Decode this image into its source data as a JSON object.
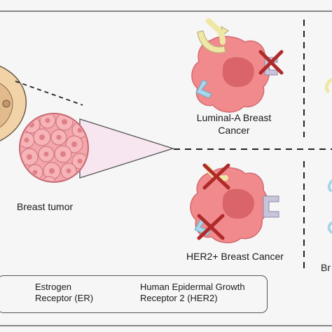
{
  "labels": {
    "breast_tumor": "Breast tumor",
    "luminal_a_line1": "Luminal-A Breast",
    "luminal_a_line2": "Cancer",
    "her2_cancer": "HER2+ Breast Cancer",
    "cut_off_label": "Br"
  },
  "legend": {
    "items": [
      {
        "icon": "estrogen-receptor-icon",
        "line1": "Estrogen",
        "line2": "Receptor (ER)"
      },
      {
        "icon": "her2-receptor-icon",
        "line1": "Human Epidermal Growth",
        "line2": "Receptor 2 (HER2)"
      }
    ]
  },
  "colors": {
    "cell": "#f08a8c",
    "nucleus": "#d9646a",
    "estrogen_receptor": "#a7d6ea",
    "her2_receptor": "#c9c4da",
    "yellow_receptor": "#efe7a6",
    "cross": "#b02a2a",
    "tumor": "#f3a6ab",
    "zoom_cone": "#f7e6ef"
  }
}
